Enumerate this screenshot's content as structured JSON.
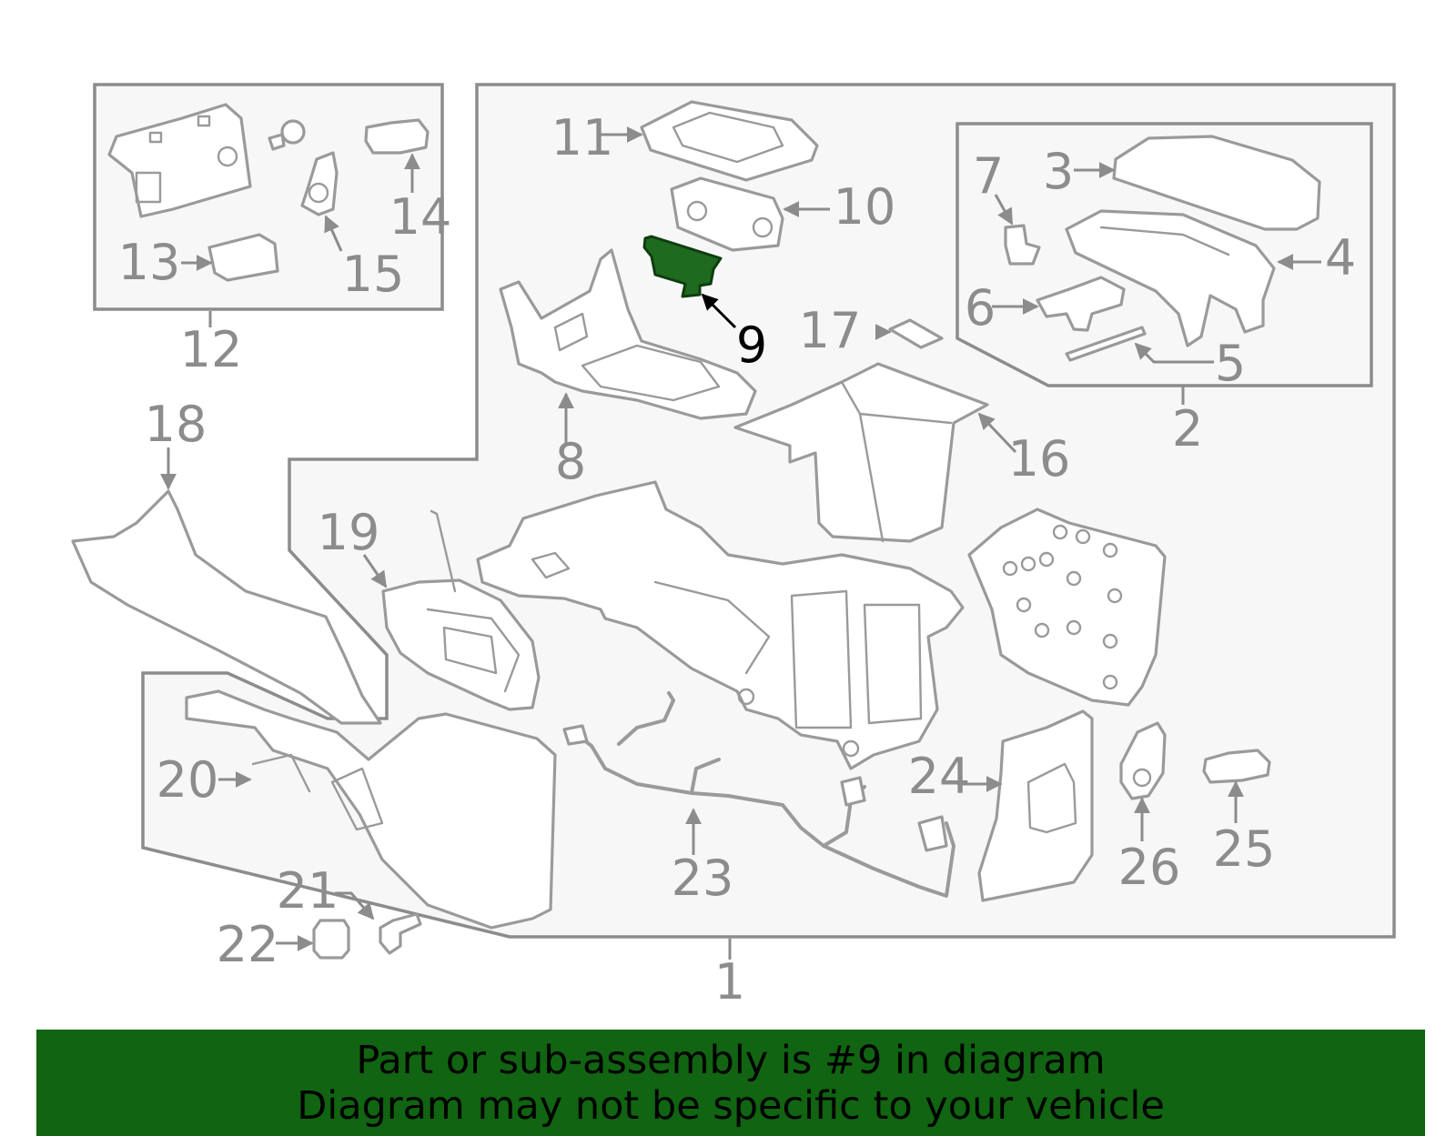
{
  "colors": {
    "highlight": "#1e6a1e",
    "banner": "#116411",
    "line": "#8c8c8c"
  },
  "highlighted_part": "9",
  "callouts": [
    {
      "id": "c1",
      "text": "1"
    },
    {
      "id": "c2",
      "text": "2"
    },
    {
      "id": "c3",
      "text": "3"
    },
    {
      "id": "c4",
      "text": "4"
    },
    {
      "id": "c5",
      "text": "5"
    },
    {
      "id": "c6",
      "text": "6"
    },
    {
      "id": "c7",
      "text": "7"
    },
    {
      "id": "c8",
      "text": "8"
    },
    {
      "id": "c9",
      "text": "9"
    },
    {
      "id": "c10",
      "text": "10"
    },
    {
      "id": "c11",
      "text": "11"
    },
    {
      "id": "c12",
      "text": "12"
    },
    {
      "id": "c13",
      "text": "13"
    },
    {
      "id": "c14",
      "text": "14"
    },
    {
      "id": "c15",
      "text": "15"
    },
    {
      "id": "c16",
      "text": "16"
    },
    {
      "id": "c17",
      "text": "17"
    },
    {
      "id": "c18",
      "text": "18"
    },
    {
      "id": "c19",
      "text": "19"
    },
    {
      "id": "c20",
      "text": "20"
    },
    {
      "id": "c21",
      "text": "21"
    },
    {
      "id": "c22",
      "text": "22"
    },
    {
      "id": "c23",
      "text": "23"
    },
    {
      "id": "c24",
      "text": "24"
    },
    {
      "id": "c25",
      "text": "25"
    },
    {
      "id": "c26",
      "text": "26"
    }
  ],
  "banner": {
    "line1": "Part or sub-assembly is #9 in diagram",
    "line2": "Diagram may not be specific to your vehicle"
  }
}
